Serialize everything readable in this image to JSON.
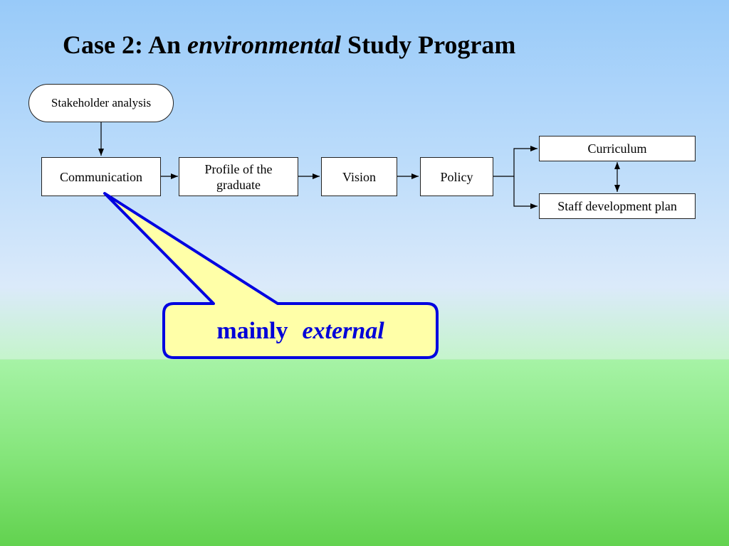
{
  "title": {
    "prefix": "Case 2:  An",
    "emphasis": "environmental",
    "suffix": "Study Program"
  },
  "nodes": {
    "stakeholder": "Stakeholder analysis",
    "communication": "Communication",
    "profile_line1": "Profile of the",
    "profile_line2": "graduate",
    "vision": "Vision",
    "policy": "Policy",
    "curriculum": "Curriculum",
    "staff": "Staff development plan"
  },
  "callout": {
    "word": "mainly",
    "emphasis": "external"
  },
  "colors": {
    "callout_fill": "#ffffa8",
    "callout_border": "#0000e0",
    "callout_text": "#0000d8"
  }
}
